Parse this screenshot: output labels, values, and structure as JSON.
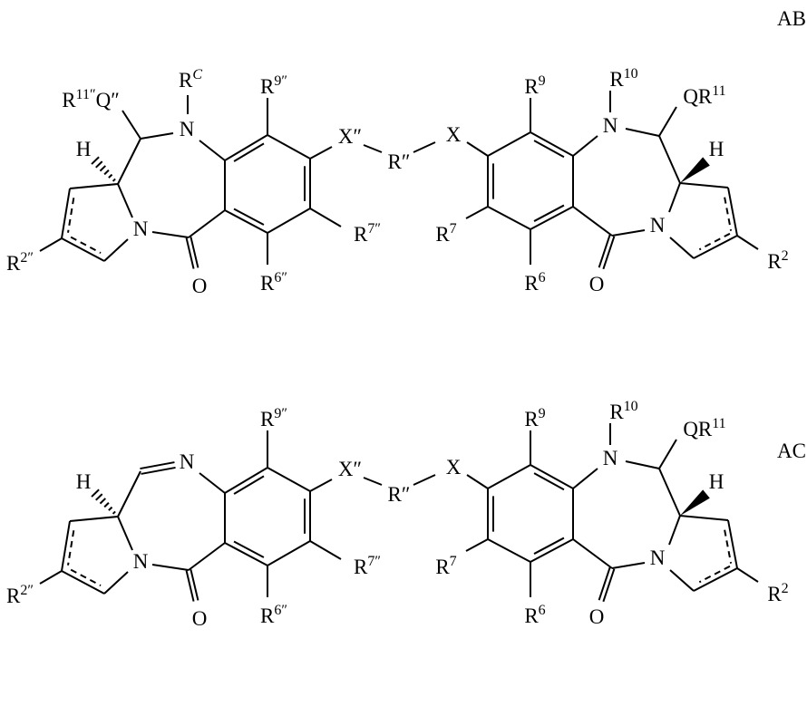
{
  "diagram": {
    "structures": [
      {
        "label": "AB",
        "left": {
          "R11Q": {
            "r": "R",
            "sup": "11″",
            "q": "Q″"
          },
          "RC": {
            "r": "R",
            "sup": "C"
          },
          "N10": "N",
          "H": "H",
          "N4": "N",
          "O": "O",
          "R2": {
            "r": "R",
            "sup": "2″"
          },
          "R9": {
            "r": "R",
            "sup": "9″"
          },
          "R6": {
            "r": "R",
            "sup": "6″"
          },
          "R7": {
            "r": "R",
            "sup": "7″"
          },
          "X": "X″"
        },
        "linker": "R″",
        "right": {
          "X": "X",
          "R9": {
            "r": "R",
            "sup": "9"
          },
          "R10": {
            "r": "R",
            "sup": "10"
          },
          "N10": "N",
          "QR11": {
            "q": "QR",
            "sup": "11"
          },
          "H": "H",
          "N4": "N",
          "O": "O",
          "R2": {
            "r": "R",
            "sup": "2"
          },
          "R7": {
            "r": "R",
            "sup": "7"
          },
          "R6": {
            "r": "R",
            "sup": "6"
          }
        }
      },
      {
        "label": "AC",
        "left": {
          "N10": "N",
          "H": "H",
          "N4": "N",
          "O": "O",
          "R2": {
            "r": "R",
            "sup": "2″"
          },
          "R9": {
            "r": "R",
            "sup": "9″"
          },
          "R6": {
            "r": "R",
            "sup": "6″"
          },
          "R7": {
            "r": "R",
            "sup": "7″"
          },
          "X": "X″"
        },
        "linker": "R″",
        "right": {
          "X": "X",
          "R9": {
            "r": "R",
            "sup": "9"
          },
          "R10": {
            "r": "R",
            "sup": "10"
          },
          "N10": "N",
          "QR11": {
            "q": "QR",
            "sup": "11"
          },
          "H": "H",
          "N4": "N",
          "O": "O",
          "R2": {
            "r": "R",
            "sup": "2"
          },
          "R7": {
            "r": "R",
            "sup": "7"
          },
          "R6": {
            "r": "R",
            "sup": "6"
          }
        }
      }
    ]
  }
}
